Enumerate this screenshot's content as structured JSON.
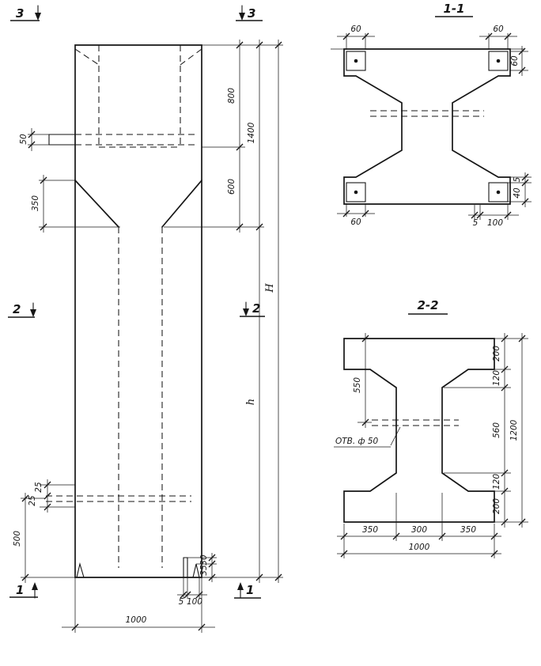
{
  "sheet": {
    "background": "#ffffff",
    "line_color": "#161616"
  },
  "elevation": {
    "markers": {
      "s3": "3",
      "s2": "2",
      "s1": "1"
    },
    "dims": {
      "d800": "800",
      "d1400": "1400",
      "d600": "600",
      "H": "H",
      "h": "h",
      "d50": "50",
      "d350": "350",
      "d25a": "25",
      "d25b": "25",
      "d500": "500",
      "d1000": "1000",
      "d5": "5",
      "d100": "100",
      "d30": "30",
      "d35": "35"
    }
  },
  "section_1_1": {
    "title": "1-1",
    "dims": {
      "tl60": "60",
      "tr60": "60",
      "r60": "60",
      "bl60": "60",
      "b5": "5",
      "b100": "100",
      "r5": "5",
      "r40": "40"
    }
  },
  "section_2_2": {
    "title": "2-2",
    "hole": "ОТВ. ф 50",
    "dims": {
      "d550": "550",
      "d200t": "200",
      "d120t": "120",
      "d560": "560",
      "d120b": "120",
      "d200b": "200",
      "d1200": "1200",
      "d350l": "350",
      "d300": "300",
      "d350r": "350",
      "d1000": "1000"
    }
  }
}
